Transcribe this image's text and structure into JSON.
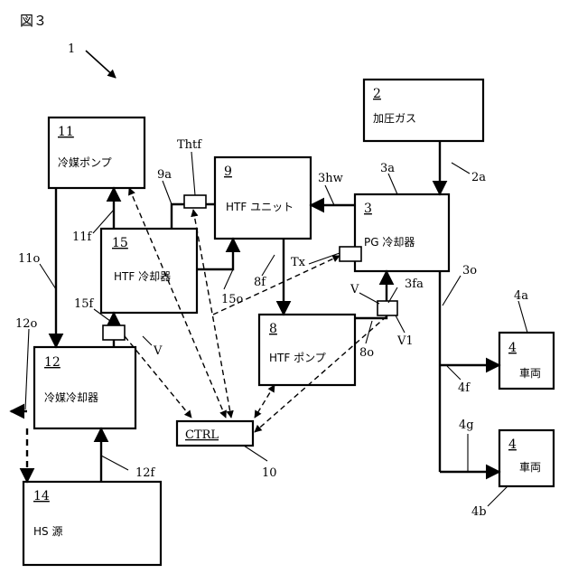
{
  "figure_title": "図３",
  "ref_1": "1",
  "boxes": {
    "b2": {
      "num": "2",
      "label": "加圧ガス"
    },
    "b3": {
      "num": "3",
      "label": "PG 冷却器"
    },
    "b4a": {
      "num": "4",
      "label": "車両"
    },
    "b4b": {
      "num": "4",
      "label": "車両"
    },
    "b8": {
      "num": "8",
      "label": "HTF ポンプ"
    },
    "b9": {
      "num": "9",
      "label": "HTF ユニット"
    },
    "b11": {
      "num": "11",
      "label": "冷媒ポンプ"
    },
    "b12": {
      "num": "12",
      "label": "冷媒冷却器"
    },
    "b14": {
      "num": "14",
      "label": "HS 源"
    },
    "b15": {
      "num": "15",
      "label": "HTF 冷却器"
    },
    "ctrl": {
      "label": "CTRL"
    }
  },
  "refs": {
    "r2a": "2a",
    "r3a": "3a",
    "r3hw": "3hw",
    "r3fa": "3fa",
    "r3o": "3o",
    "r4a": "4a",
    "r4b": "4b",
    "r4f": "4f",
    "r4g": "4g",
    "r8f": "8f",
    "r8o": "8o",
    "r9a": "9a",
    "r10": "10",
    "r11f": "11f",
    "r11o": "11o",
    "r12f": "12f",
    "r12o": "12o",
    "r15f": "15f",
    "r15o": "15o",
    "rThtf": "Thtf",
    "rTx": "Tx",
    "rV1": "V",
    "rV2": "V",
    "rV3": "V1"
  }
}
